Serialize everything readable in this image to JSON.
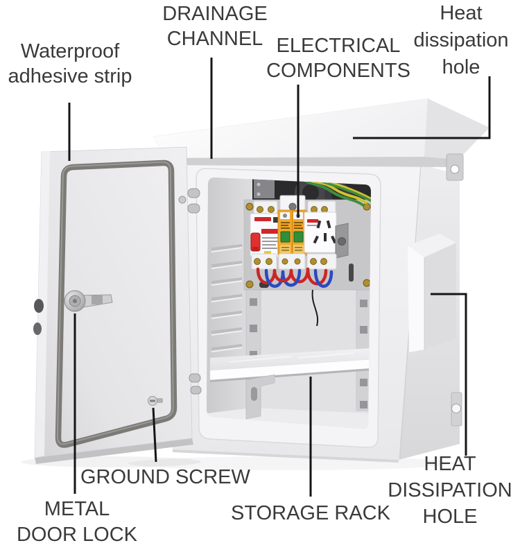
{
  "figure": {
    "labels": {
      "waterproof_adhesive_strip": {
        "lines": [
          "Waterproof",
          "adhesive strip"
        ]
      },
      "drainage_channel": {
        "lines": [
          "DRAINAGE",
          "CHANNEL"
        ]
      },
      "electrical_components": {
        "lines": [
          "ELECTRICAL",
          "COMPONENTS"
        ]
      },
      "heat_dissipation_hole_top": {
        "lines": [
          "Heat",
          "dissipation",
          "hole"
        ]
      },
      "metal_door_lock": {
        "lines": [
          "METAL",
          "DOOR LOCK"
        ]
      },
      "ground_screw": {
        "lines": [
          "GROUND SCREW"
        ]
      },
      "storage_rack": {
        "lines": [
          "STORAGE RACK"
        ]
      },
      "heat_dissipation_hole_bottom": {
        "lines": [
          "HEAT",
          "DISSIPATION",
          "HOLE"
        ]
      }
    },
    "colors": {
      "label_text": "#3a3a3a",
      "leader_line": "#151515",
      "cabinet_light": "#f2f2f4",
      "cabinet_shade": "#e2e2e4",
      "door_gasket": "#7c7a76",
      "breaker_red": "#d1262c",
      "surge_protector_yellow": "#f4a72b",
      "indicator_green": "#2f8f3a",
      "wire_red": "#cc2525",
      "wire_blue": "#2b49c0",
      "ground_wire_green": "#3f8f3f",
      "ground_wire_yellow": "#d2c22e",
      "interior_dark": "#2a2a2d"
    }
  }
}
